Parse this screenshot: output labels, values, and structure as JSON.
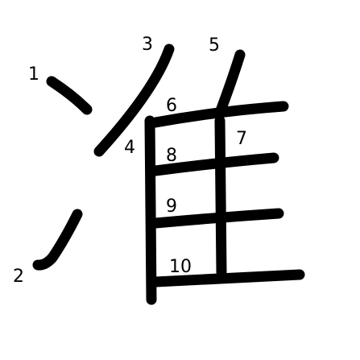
{
  "character": {
    "colors": {
      "background": "#ffffff",
      "ink": "#000000"
    },
    "strokes": [
      {
        "number": "1"
      },
      {
        "number": "2"
      },
      {
        "number": "3"
      },
      {
        "number": "4"
      },
      {
        "number": "5"
      },
      {
        "number": "6"
      },
      {
        "number": "7"
      },
      {
        "number": "8"
      },
      {
        "number": "9"
      },
      {
        "number": "10"
      }
    ]
  }
}
